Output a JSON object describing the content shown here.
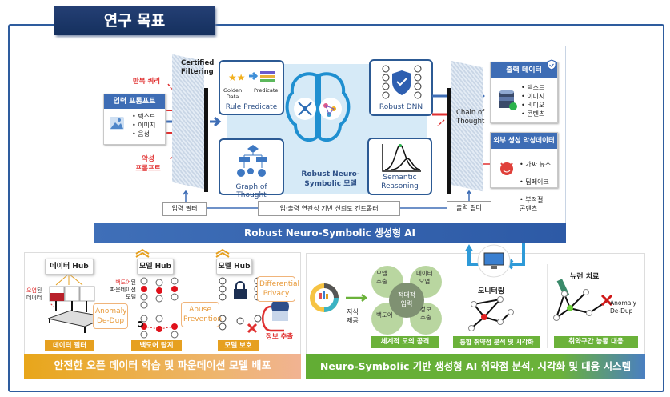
{
  "title": "연구 목표",
  "top": {
    "bar_label": "Robust Neuro-Symbolic 생성형 AI",
    "input_prompt": {
      "title": "입력 프롬프트",
      "items": [
        "텍스트",
        "이미지",
        "음성"
      ]
    },
    "repeat_query": "반복 쿼리",
    "malicious_prompt": "악성\n프롬프트",
    "certified_filtering": "Certified\nFiltering",
    "rule_predicate": {
      "golden": "Golden\nData",
      "predicate": "Predicate",
      "label": "Rule Predicate"
    },
    "graph_of_thought": "Graph of Thought",
    "model_label": "Robust Neuro-\nSymbolic 모델",
    "robust_dnn": "Robust DNN",
    "semantic_reasoning": "Semantic\nReasoning",
    "chain_of_thought": "Chain of\nThought",
    "output_data": {
      "title": "출력 데이터",
      "items": [
        "텍스트",
        "이미지",
        "비디오",
        "콘텐츠"
      ]
    },
    "external_malicious": {
      "title": "외부 생성 악성데이터",
      "items": [
        "가짜 뉴스",
        "딥페이크",
        "부적절\n콘텐츠"
      ]
    },
    "input_filter": "입력 필터",
    "controller": "입·출력 연관성 기반 신뢰도 컨트롤러",
    "output_filter": "출력 필터"
  },
  "bottom_left": {
    "bar_label": "안전한 오픈 데이터 학습 및 파운데이션 모델 배포",
    "data_hub": "데이터 Hub",
    "model_hub_1": "모델 Hub",
    "model_hub_2": "모델 Hub",
    "contaminated_prefix": "오염",
    "contaminated_suffix": "된\n데이터",
    "backdoor_prefix": "백도어",
    "backdoor_suffix": "된\n파운데이션\n모델",
    "anomaly": "Anomaly\nDe-Dup",
    "abuse": "Abuse\nPrevention",
    "privacy": "Differential\nPrivacy",
    "info_extract": "정보 추출",
    "chips": [
      "데이터 필터",
      "백도어 탐지",
      "모델 보호"
    ]
  },
  "bottom_right": {
    "bar_label": "Neuro-Symbolic 기반 생성형 AI 취약점 분석, 시각화 및 대응 시스템",
    "knowledge": "지식\n제공",
    "gears": {
      "center": "적대적\n입력",
      "tl": "모델\n추출",
      "tr": "데이터\n오염",
      "bl": "백도어",
      "br": "정보\n추출"
    },
    "monitoring": "모니터링",
    "neuron_treatment": "뉴런 치료",
    "anomaly": "Anomaly\nDe-Dup",
    "chips": [
      "체계적 모의 공격",
      "통합 취약점 분석 및 시각화",
      "취약구간 능동 대응"
    ]
  },
  "colors": {
    "navy": "#1c3768",
    "blue": "#3e6db5",
    "orange": "#e6a020",
    "green": "#6bb23a",
    "red": "#e03030"
  }
}
